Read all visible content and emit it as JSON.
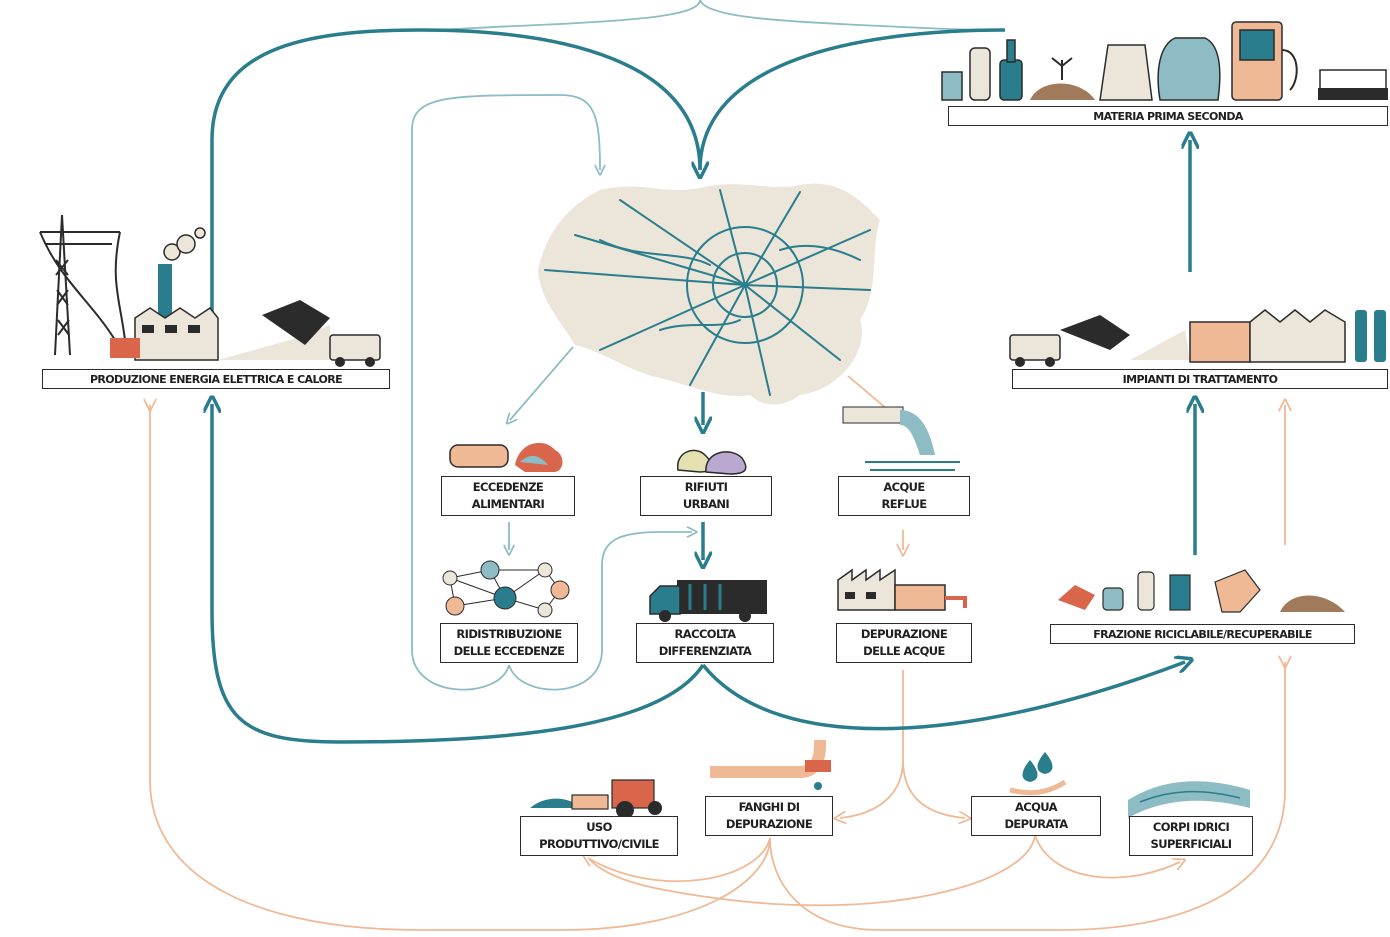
{
  "nodes": {
    "materia_prima_seconda": "MATERIA PRIMA SECONDA",
    "produzione_energia": "PRODUZIONE ENERGIA ELETTRICA E CALORE",
    "impianti_trattamento": "IMPIANTI DI TRATTAMENTO",
    "eccedenze_1": "ECCEDENZE",
    "eccedenze_2": "ALIMENTARI",
    "rifiuti_1": "RIFIUTI",
    "rifiuti_2": "URBANI",
    "acque_1": "ACQUE",
    "acque_2": "REFLUE",
    "ridistribuzione_1": "RIDISTRIBUZIONE",
    "ridistribuzione_2": "DELLE ECCEDENZE",
    "raccolta_1": "RACCOLTA",
    "raccolta_2": "DIFFERENZIATA",
    "depurazione_1": "DEPURAZIONE",
    "depurazione_2": "DELLE ACQUE",
    "frazione": "FRAZIONE RICICLABILE/RECUPERABILE",
    "uso_1": "USO",
    "uso_2": "PRODUTTIVO/CIVILE",
    "fanghi_1": "FANGHI DI",
    "fanghi_2": "DEPURAZIONE",
    "acqua_1": "ACQUA",
    "acqua_2": "DEPURATA",
    "corpi_1": "CORPI IDRICI",
    "corpi_2": "SUPERFICIALI"
  },
  "colors": {
    "teal": "#2a7d8c",
    "teal_light": "#8dbcc4",
    "peach": "#f0b996",
    "beige": "#ece6da",
    "ink": "#2b2b2b",
    "orange": "#d9654a",
    "gray": "#9aa3a8"
  }
}
